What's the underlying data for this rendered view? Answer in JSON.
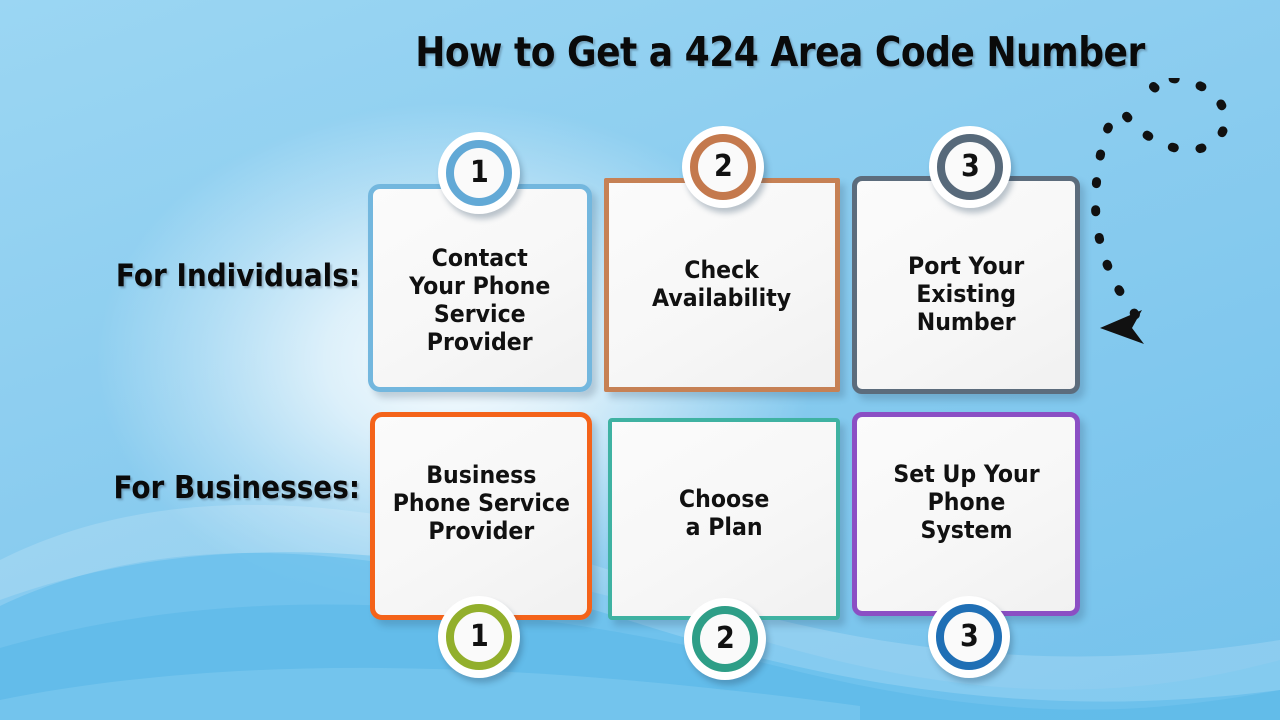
{
  "header": {
    "title": "How to Get a 424 Area Code Number"
  },
  "colors": {
    "background_blue": "#8ACFF0",
    "card1_border": "#73B7DE",
    "card2_border": "#C68155",
    "card3_border": "#5C6C7C",
    "card4_border": "#F4631A",
    "card5_border": "#3FB2A2",
    "card6_border": "#8B4FC4",
    "badge1_ring": "#62A9D6",
    "badge2_ring": "#C4794D",
    "badge3_ring": "#57697A",
    "badge4_ring": "#92AF2C",
    "badge5_ring": "#2E9E87",
    "badge6_ring": "#1F6FB5",
    "text": "#111111"
  },
  "rows": [
    {
      "label": "For Individuals:",
      "steps": [
        {
          "number": "1",
          "text": "Contact\nYour Phone\nService\nProvider"
        },
        {
          "number": "2",
          "text": "Check\nAvailability"
        },
        {
          "number": "3",
          "text": "Port Your\nExisting\nNumber"
        }
      ]
    },
    {
      "label": "For Businesses:",
      "steps": [
        {
          "number": "1",
          "text": "Business\nPhone Service\nProvider"
        },
        {
          "number": "2",
          "text": "Choose\na Plan"
        },
        {
          "number": "3",
          "text": "Set Up Your\nPhone\nSystem"
        }
      ]
    }
  ],
  "decoration": {
    "arrow": "curved-dashed-arrow-pointing-left"
  }
}
